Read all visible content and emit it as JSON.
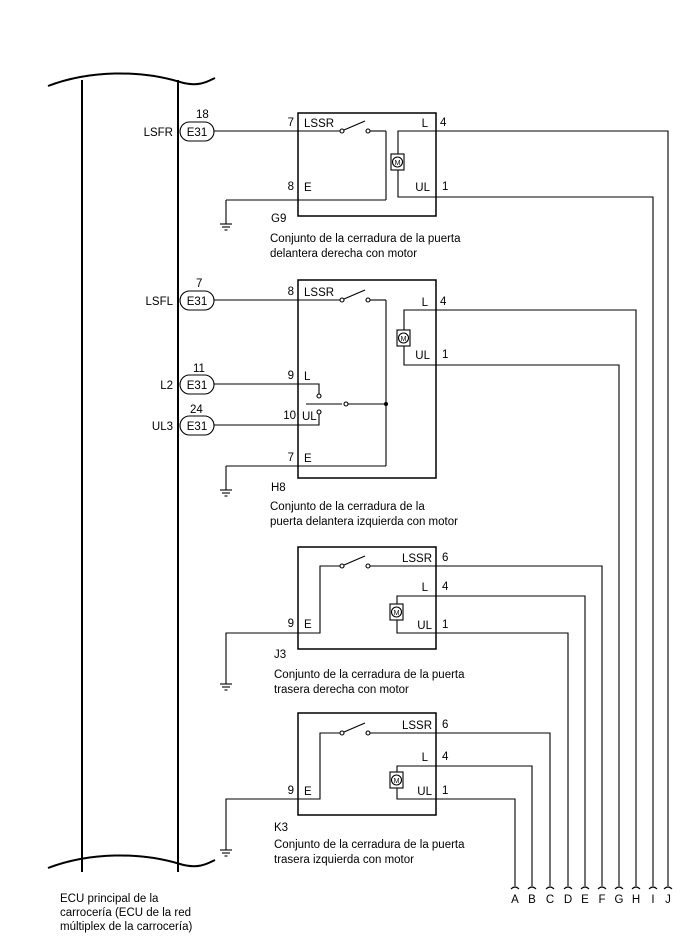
{
  "ecu": {
    "caption_lines": [
      "ECU principal de la",
      "carrocería (ECU de la red",
      "múltiplex de la carrocería)"
    ],
    "connectors": [
      {
        "signal": "LSFR",
        "pin": "18",
        "connector": "E31"
      },
      {
        "signal": "LSFL",
        "pin": "7",
        "connector": "E31"
      },
      {
        "signal": "L2",
        "pin": "11",
        "connector": "E31"
      },
      {
        "signal": "UL3",
        "pin": "24",
        "connector": "E31"
      }
    ]
  },
  "motor_symbol": "M",
  "g9": {
    "code": "G9",
    "caption_lines": [
      "Conjunto de la cerradura de la puerta",
      "delantera derecha con motor"
    ],
    "pins": {
      "lssr": "7",
      "lssr_label": "LSSR",
      "e": "8",
      "e_label": "E",
      "l": "4",
      "l_label": "L",
      "ul": "1",
      "ul_label": "UL"
    }
  },
  "h8": {
    "code": "H8",
    "caption_lines": [
      "Conjunto de la cerradura de la",
      "puerta delantera izquierda con motor"
    ],
    "pins": {
      "lssr": "8",
      "lssr_label": "LSSR",
      "l_in": "9",
      "l_in_label": "L",
      "ul_in": "10",
      "ul_in_label": "UL",
      "e": "7",
      "e_label": "E",
      "l": "4",
      "l_label": "L",
      "ul": "1",
      "ul_label": "UL"
    }
  },
  "j3": {
    "code": "J3",
    "caption_lines": [
      "Conjunto de la cerradura de la puerta",
      "trasera derecha con motor"
    ],
    "pins": {
      "lssr": "6",
      "lssr_label": "LSSR",
      "l": "4",
      "l_label": "L",
      "ul": "1",
      "ul_label": "UL",
      "e": "9",
      "e_label": "E"
    }
  },
  "k3": {
    "code": "K3",
    "caption_lines": [
      "Conjunto de la cerradura de la puerta",
      "trasera izquierda con motor"
    ],
    "pins": {
      "lssr": "6",
      "lssr_label": "LSSR",
      "l": "4",
      "l_label": "L",
      "ul": "1",
      "ul_label": "UL",
      "e": "9",
      "e_label": "E"
    }
  },
  "continuation_labels": [
    "A",
    "B",
    "C",
    "D",
    "E",
    "F",
    "G",
    "H",
    "I",
    "J"
  ]
}
